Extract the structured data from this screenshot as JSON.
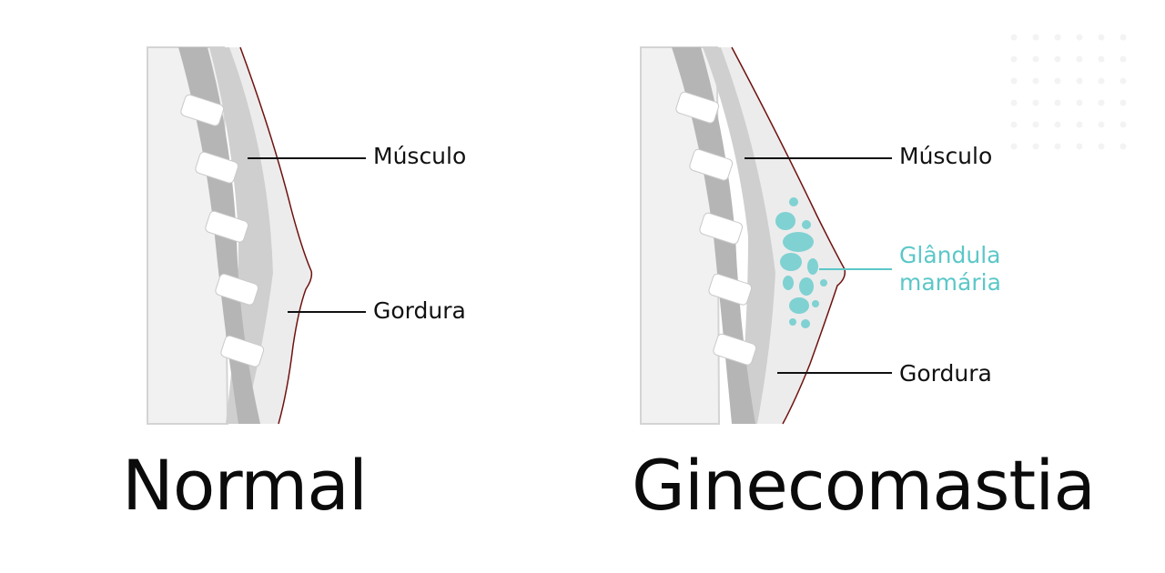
{
  "colors": {
    "body": "#f1f1f1",
    "body_outline": "#d4d4d4",
    "rib": "#ffffff",
    "rib_outline": "#c9c9c9",
    "muscle": "#cfcfcf",
    "chest_wall": "#b5b5b5",
    "fat": "#ececec",
    "skin_line": "#6e1210",
    "gland": "#80d1d2",
    "gland_label": "#5cc7c8",
    "leader": "#111111",
    "dot_grid": "#f3f3f3"
  },
  "normal": {
    "title": "Normal",
    "labels": {
      "muscle": "Músculo",
      "fat": "Gordura"
    }
  },
  "gynecomastia": {
    "title": "Ginecomastia",
    "labels": {
      "muscle": "Músculo",
      "gland_line1": "Glândula",
      "gland_line2": "mamária",
      "fat": "Gordura"
    }
  }
}
